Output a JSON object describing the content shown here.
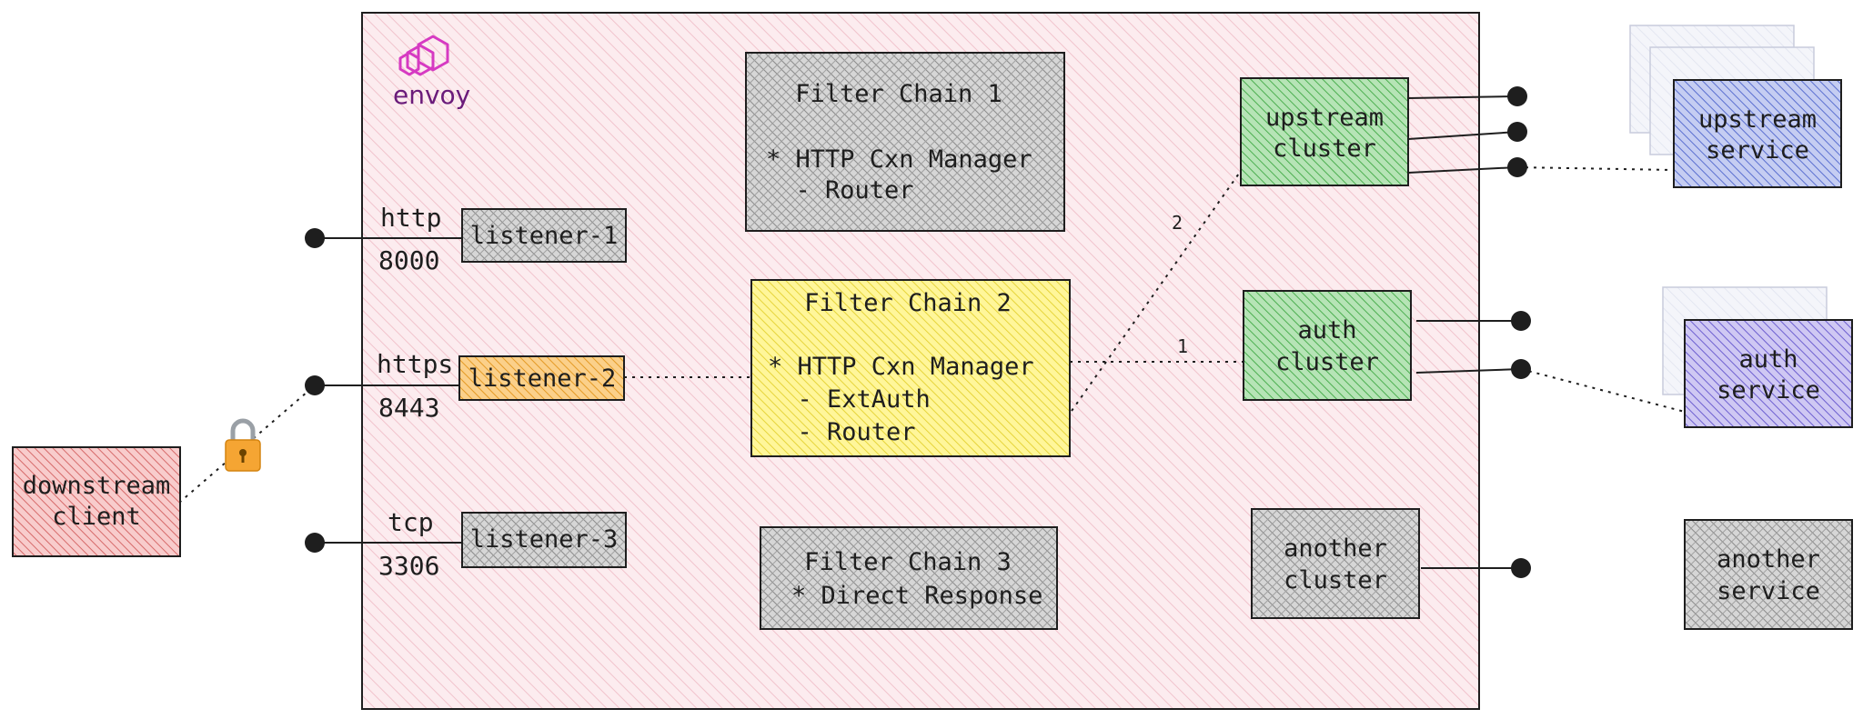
{
  "brand": {
    "name": "envoy",
    "color": "#6a1b7a",
    "accent": "#d63ac2"
  },
  "colors": {
    "envoy_bg": "#fbe3e7",
    "gray": "#b9b9b9",
    "yellow": "#fff48a",
    "orange": "#f5b64d",
    "green": "#8fd18f",
    "red": "#f3a3a3",
    "blue": "#8f9fe3",
    "purple": "#a69be6",
    "stroke": "#1e1e1e"
  },
  "client": {
    "line1": "downstream",
    "line2": "client",
    "lock": "lock-icon"
  },
  "listeners": [
    {
      "label": "listener-1",
      "protocol": "http",
      "port": "8000"
    },
    {
      "label": "listener-2",
      "protocol": "https",
      "port": "8443"
    },
    {
      "label": "listener-3",
      "protocol": "tcp",
      "port": "3306"
    }
  ],
  "filter_chains": [
    {
      "title": "Filter Chain 1",
      "lines": [
        "* HTTP Cxn Manager",
        "  - Router"
      ]
    },
    {
      "title": "Filter Chain 2",
      "lines": [
        "* HTTP Cxn Manager",
        "  - ExtAuth",
        "  - Router"
      ]
    },
    {
      "title": "Filter Chain 3",
      "lines": [
        "* Direct Response"
      ]
    }
  ],
  "clusters": [
    {
      "line1": "upstream",
      "line2": "cluster"
    },
    {
      "line1": "auth",
      "line2": "cluster"
    },
    {
      "line1": "another",
      "line2": "cluster"
    }
  ],
  "services": [
    {
      "line1": "upstream",
      "line2": "service"
    },
    {
      "line1": "auth",
      "line2": "service"
    },
    {
      "line1": "another",
      "line2": "service"
    }
  ],
  "route_labels": {
    "first": "1",
    "second": "2"
  }
}
